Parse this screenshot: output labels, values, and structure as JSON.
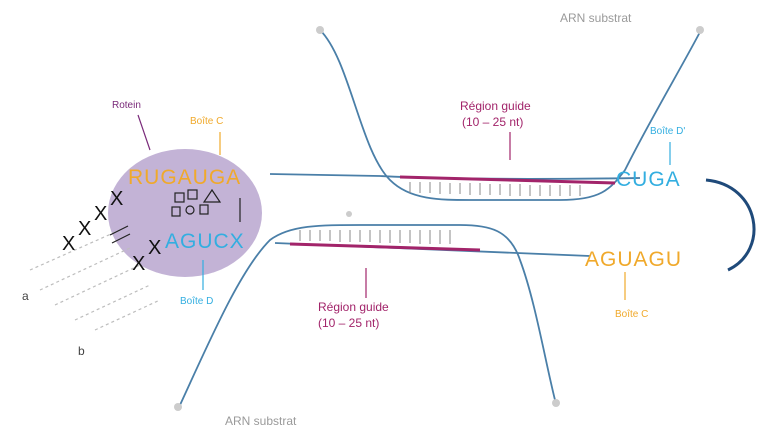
{
  "colors": {
    "strand": "#4a7fa8",
    "ring": "#1f4a7a",
    "guide": "#a2246a",
    "orange": "#f0a92b",
    "cyan": "#33aee0",
    "blob": "#b9a6cf",
    "label_purple": "#7a2a7a",
    "gray": "#9a9a9a",
    "black": "#111111"
  },
  "labels": {
    "substrat_top": "ARN substrat",
    "substrat_bottom": "ARN substrat",
    "region_guide_top_line1": "Région guide",
    "region_guide_top_line2": "(10 – 25 nt)",
    "region_guide_bottom_line1": "Région guide",
    "region_guide_bottom_line2": "(10 – 25 nt)",
    "boite_c_top": "Boîte C",
    "boite_d_prime": "Boîte D'",
    "boite_d": "Boîte D",
    "boite_c_bottom": "Boîte C",
    "rotein": "Rotein",
    "fig_a": "a",
    "fig_b": "b"
  },
  "sequences": {
    "box_c_top": "RUGAUGA",
    "box_d_prime": "CUGA",
    "box_d": "AGUCX",
    "box_c_prime": "AGUAGU"
  }
}
